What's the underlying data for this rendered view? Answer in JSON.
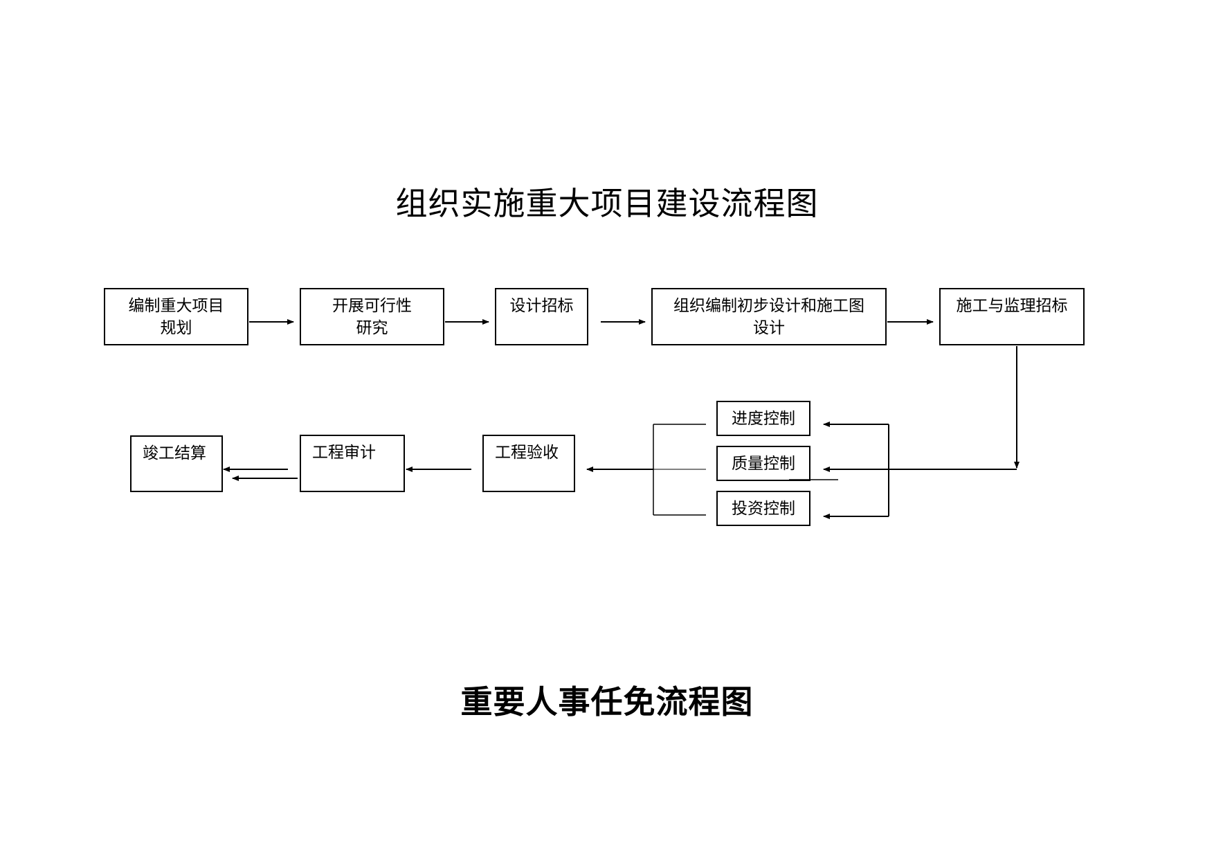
{
  "titles": {
    "main": "组织实施重大项目建设流程图",
    "second": "重要人事任免流程图"
  },
  "row1": [
    {
      "line1": "编制重大项目",
      "line2": "规划"
    },
    {
      "line1": "开展可行性",
      "line2": "研究"
    },
    {
      "line1": "设计招标",
      "line2": ""
    },
    {
      "line1": "组织编制初步设计和施工图",
      "line2": "设计"
    },
    {
      "line1": "施工与监理招标",
      "line2": ""
    }
  ],
  "controls": [
    "进度控制",
    "质量控制",
    "投资控制"
  ],
  "row2": [
    "工程验收",
    "工程审计",
    "竣工结算"
  ]
}
